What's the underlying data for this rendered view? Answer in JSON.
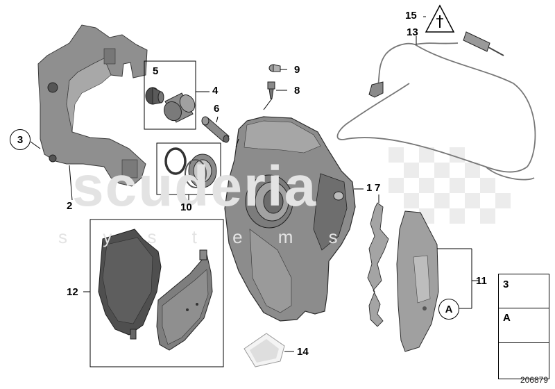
{
  "diagram": {
    "reference_id": "206879",
    "watermark": {
      "brand": "scuderia",
      "tagline": "s y s t e m s"
    },
    "part_labels": {
      "p1": "1",
      "p2": "2",
      "p4": "4",
      "p5": "5",
      "p6": "6",
      "p7": "7",
      "p8": "8",
      "p9": "9",
      "p10": "10",
      "p11": "11",
      "p12": "12",
      "p13": "13",
      "p14": "14",
      "p15": "15"
    },
    "callouts": {
      "c3": "3",
      "cA": "A"
    },
    "legend": {
      "row1_key": "3",
      "row2_key": "A"
    },
    "colors": {
      "part_gray": "#8f8f8f",
      "part_dark": "#4a4a4a",
      "line": "#000000"
    }
  }
}
